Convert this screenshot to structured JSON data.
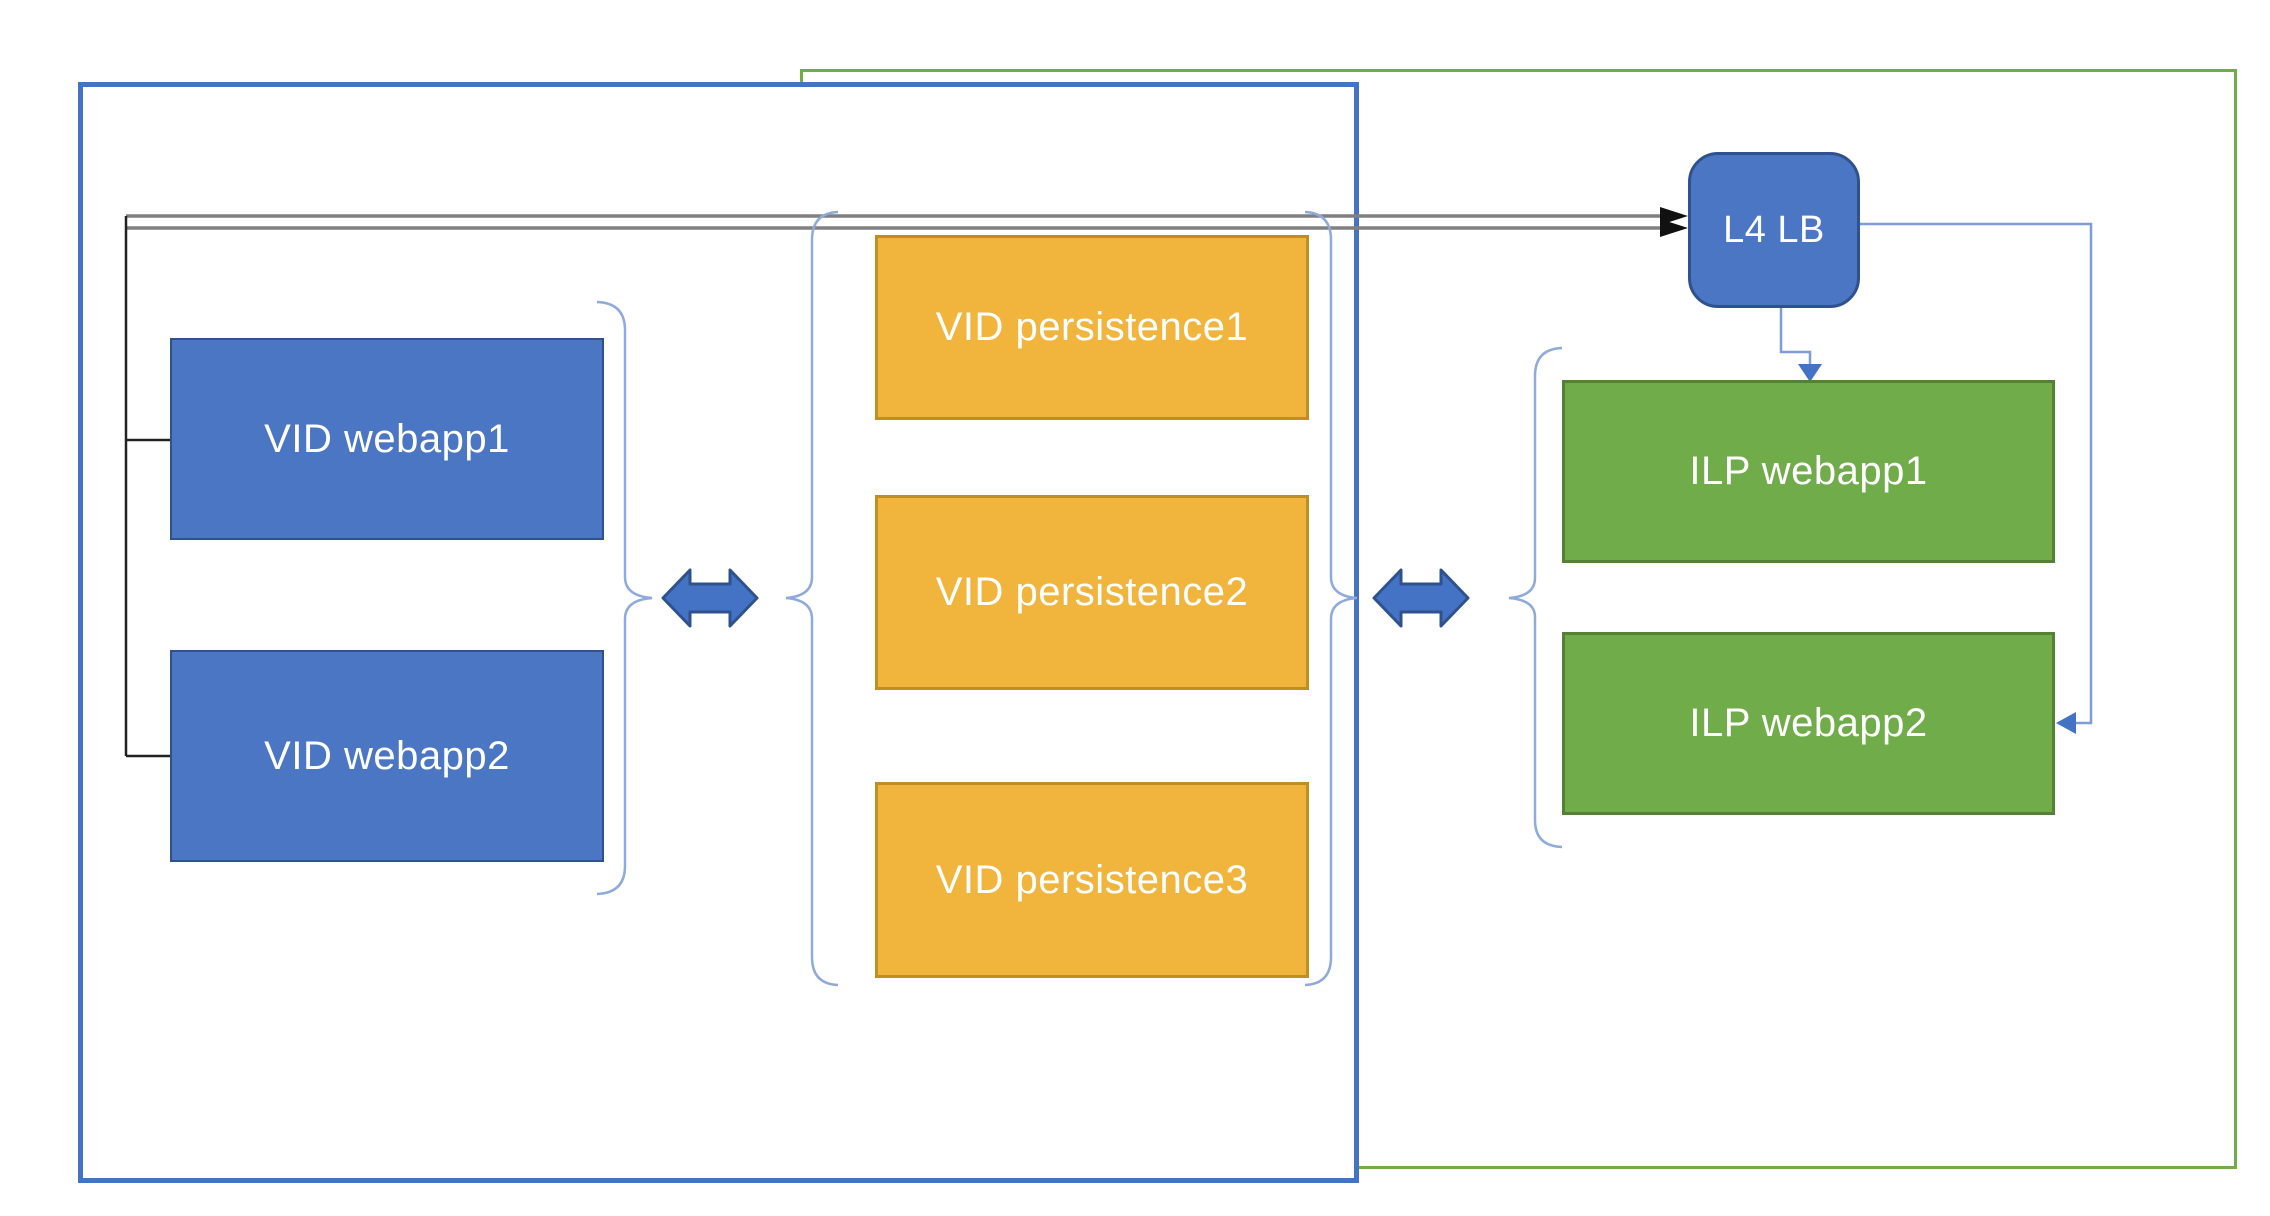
{
  "diagram": {
    "type": "architecture-diagram",
    "zones": {
      "vid_zone": {
        "role": "VID cluster boundary",
        "border_color": "#4472C4"
      },
      "ilp_zone": {
        "role": "ILP cluster boundary",
        "border_color": "#70AD47"
      }
    },
    "nodes": {
      "vid_webapp1": {
        "label": "VID webapp1",
        "fill": "#4A76C4",
        "border": "#2F528F"
      },
      "vid_webapp2": {
        "label": "VID webapp2",
        "fill": "#4A76C4",
        "border": "#2F528F"
      },
      "vid_persistence1": {
        "label": "VID persistence1",
        "fill": "#F1B53E",
        "border": "#BF8F24"
      },
      "vid_persistence2": {
        "label": "VID persistence2",
        "fill": "#F1B53E",
        "border": "#BF8F24"
      },
      "vid_persistence3": {
        "label": "VID persistence3",
        "fill": "#F1B53E",
        "border": "#BF8F24"
      },
      "l4_lb": {
        "label": "L4 LB",
        "fill": "#4A76C4",
        "border": "#2F528F"
      },
      "ilp_webapp1": {
        "label": "ILP webapp1",
        "fill": "#71AC4B",
        "border": "#538135"
      },
      "ilp_webapp2": {
        "label": "ILP webapp2",
        "fill": "#71AC4B",
        "border": "#538135"
      }
    },
    "connectors": {
      "webapps_to_lb": {
        "description": "two parallel lines from VID webapp1 and VID webapp2 into L4 LB",
        "line_color": "#808080",
        "arrowhead_color": "#111111"
      },
      "lb_to_ilp_webapp1": {
        "line_color": "#7E9CD6",
        "arrowhead_color": "#4472C4"
      },
      "lb_to_ilp_webapp2": {
        "line_color": "#7E9CD6",
        "arrowhead_color": "#4472C4"
      },
      "vid_sync_arrow": {
        "fill": "#4472C4",
        "border": "#2F528F",
        "type": "double-headed"
      },
      "ilp_sync_arrow": {
        "fill": "#4472C4",
        "border": "#2F528F",
        "type": "double-headed"
      },
      "brace_color": "#8FAADC"
    },
    "text_color": "#ffffff"
  }
}
